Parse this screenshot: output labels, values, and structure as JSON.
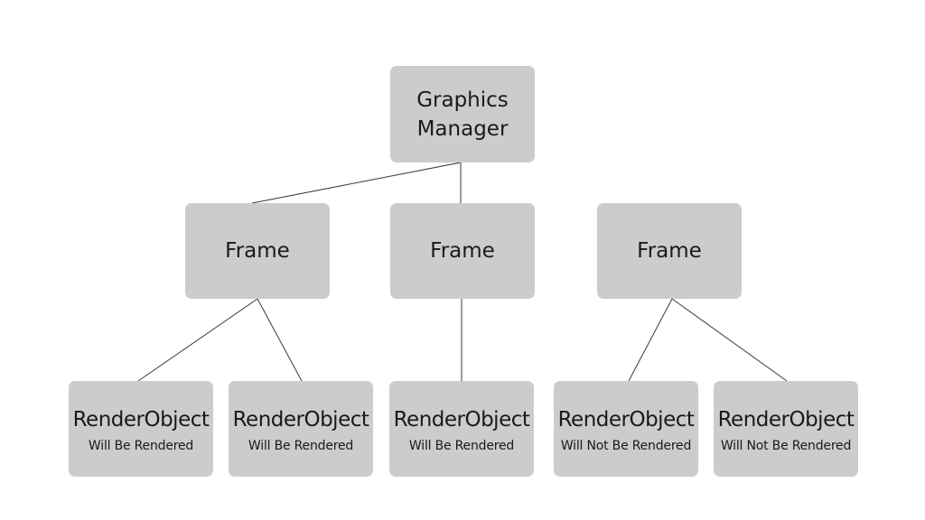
{
  "root": {
    "line1": "Graphics",
    "line2": "Manager"
  },
  "frames": [
    {
      "label": "Frame"
    },
    {
      "label": "Frame"
    },
    {
      "label": "Frame"
    }
  ],
  "render_objects": [
    {
      "title": "RenderObject",
      "status": "Will Be Rendered"
    },
    {
      "title": "RenderObject",
      "status": "Will Be Rendered"
    },
    {
      "title": "RenderObject",
      "status": "Will Be Rendered"
    },
    {
      "title": "RenderObject",
      "status": "Will Not Be Rendered"
    },
    {
      "title": "RenderObject",
      "status": "Will Not Be Rendered"
    }
  ],
  "colors": {
    "node_fill": "#cccccc",
    "connector": "#3a3a3a",
    "background": "#ffffff"
  }
}
